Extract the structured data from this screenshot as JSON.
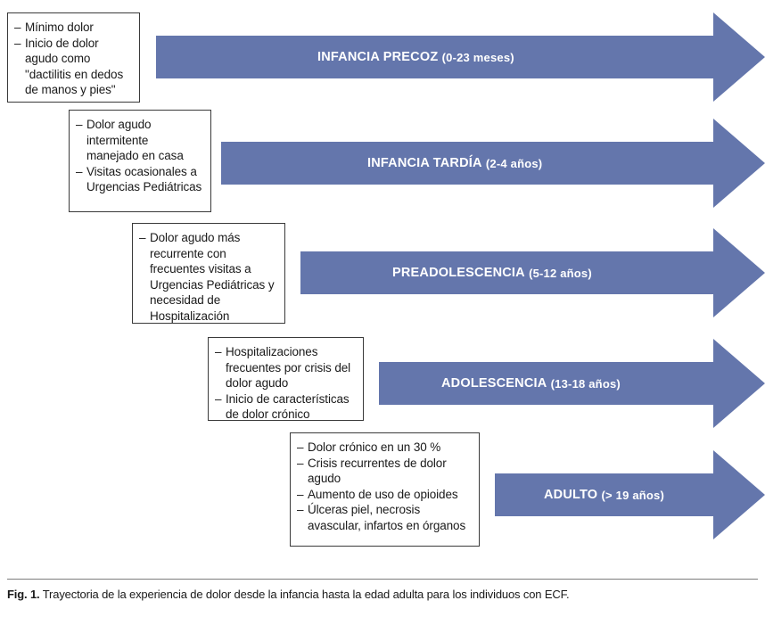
{
  "figure": {
    "caption_label": "Fig. 1.",
    "caption_text": "Trayectoria de la experiencia de dolor desde la infancia hasta la edad adulta para los individuos con ECF.",
    "arrow_color": "#6476ac",
    "arrow_label_color": "#ffffff",
    "box_border_color": "#3a3a3a",
    "box_fill_color": "#ffffff",
    "rule_color": "#7c7c7c"
  },
  "stages": [
    {
      "id": "infancia-precoz",
      "title": "INFANCIA PRECOZ",
      "range": "(0-23 meses)",
      "bullets": [
        "Mínimo dolor",
        "Inicio de dolor agudo como \"dactilitis en dedos de manos y pies\""
      ]
    },
    {
      "id": "infancia-tardia",
      "title": "INFANCIA TARDÍA",
      "range": "(2-4 años)",
      "bullets": [
        "Dolor agudo intermitente manejado en casa",
        "Visitas ocasionales a Urgencias Pediátricas"
      ]
    },
    {
      "id": "preadolescencia",
      "title": "PREADOLESCENCIA",
      "range": "(5-12 años)",
      "bullets": [
        "Dolor agudo más recurrente con frecuentes visitas a Urgencias Pediátricas y necesidad de Hospitalización"
      ]
    },
    {
      "id": "adolescencia",
      "title": "ADOLESCENCIA",
      "range": "(13-18 años)",
      "bullets": [
        "Hospitalizaciones frecuentes por crisis del dolor agudo",
        "Inicio de características de dolor crónico"
      ]
    },
    {
      "id": "adulto",
      "title": "ADULTO",
      "range": "(> 19 años)",
      "bullets": [
        "Dolor crónico en un 30 %",
        "Crisis recurrentes de dolor agudo",
        "Aumento de uso de opioides",
        "Úlceras piel, necrosis avascular, infartos en órganos"
      ]
    }
  ]
}
